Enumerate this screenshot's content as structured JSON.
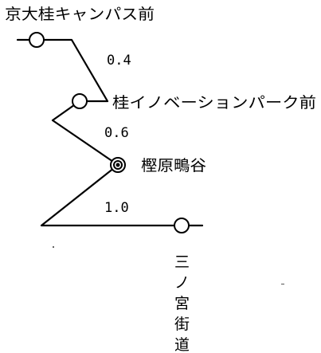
{
  "stops": [
    {
      "name": "京大桂キャンパス前"
    },
    {
      "name": "桂イノベーションパーク前"
    },
    {
      "name": "樫原鴫谷"
    }
  ],
  "terminal": {
    "chars": [
      "三",
      "ノ",
      "宮",
      "街",
      "道"
    ]
  },
  "distances": [
    {
      "value": "0.4"
    },
    {
      "value": "0.6"
    },
    {
      "value": "1.0"
    }
  ]
}
